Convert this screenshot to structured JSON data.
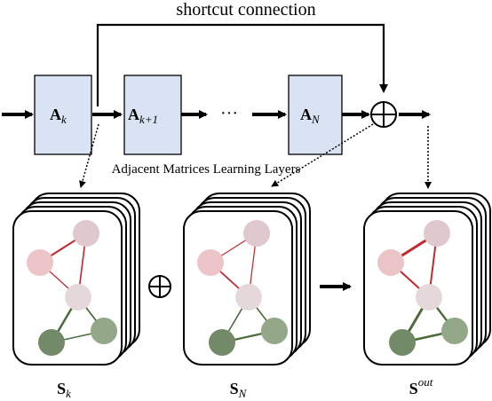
{
  "title": "shortcut connection",
  "layer_label": "Adjacent Matrices Learning Layers",
  "ellipsis": "···",
  "blocks": [
    {
      "main": "A",
      "sub": "k"
    },
    {
      "main": "A",
      "sub": "k+1"
    },
    {
      "main": "A",
      "sub": "N"
    }
  ],
  "stacks": [
    {
      "main": "S",
      "sub": "k",
      "sup": ""
    },
    {
      "main": "S",
      "sub": "N",
      "sup": ""
    },
    {
      "main": "S",
      "sub": "",
      "sup": "out"
    }
  ],
  "colors": {
    "block_fill": "#dae3f3",
    "node_red": "#ebc5c8",
    "node_pink": "#e0c9ce",
    "node_mid": "#e4d8db",
    "node_green_dark": "#738a68",
    "node_green_light": "#93a888",
    "edge_red": "#c0282d",
    "edge_green": "#4a6b3a"
  }
}
